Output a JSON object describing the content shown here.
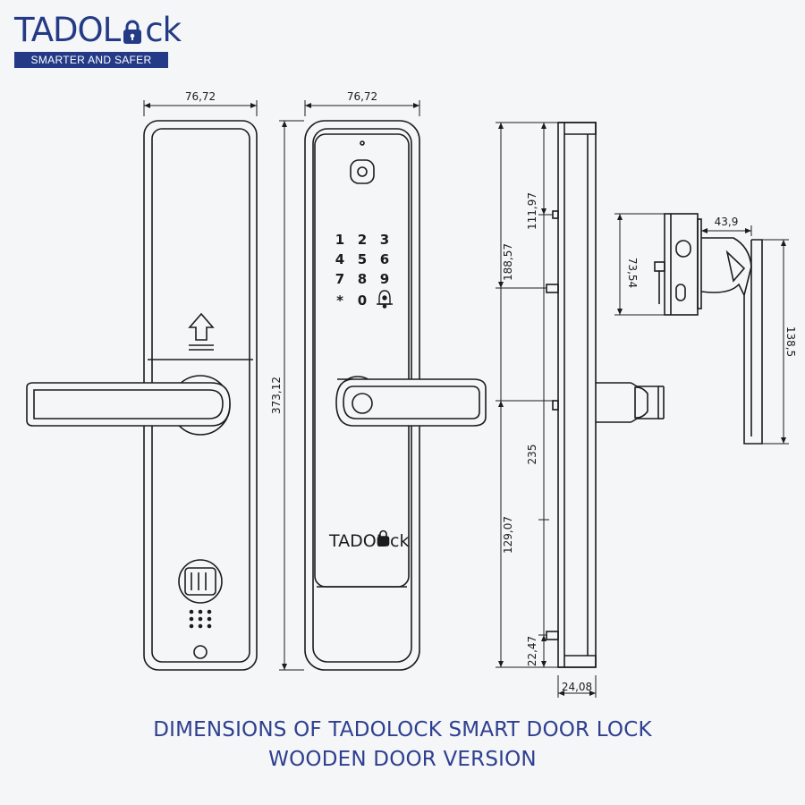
{
  "brand": {
    "name_before": "TADOL",
    "name_after": "ck",
    "tagline": "SMARTER AND SAFER"
  },
  "device_logo": {
    "before": "TADOL",
    "after": "ck"
  },
  "keypad": [
    "1",
    "2",
    "3",
    "4",
    "5",
    "6",
    "7",
    "8",
    "9",
    "*",
    "0"
  ],
  "icons": {
    "logo_lock": "padlock-icon",
    "keypad_bell": "bell-icon",
    "front_arrow": "arrow-up-icon",
    "front_key": "key-cylinder-icon",
    "fingerprint": "fingerprint-icon"
  },
  "dimensions": {
    "front_width": "76,72",
    "back_width": "76,72",
    "total_height": "373,12",
    "side_top_to_upper_screw": "111,97",
    "side_top_to_lower_screw": "188,57",
    "side_spindle_to_bottom": "235",
    "side_spindle_to_lower_point": "129,07",
    "side_bottom_offset": "22,47",
    "side_depth": "24,08",
    "handle_reach": "43,9",
    "handle_height": "138,5",
    "handle_base_height": "73,54"
  },
  "caption": {
    "line1": "DIMENSIONS OF TADOLOCK SMART DOOR LOCK",
    "line2": "WOODEN DOOR VERSION"
  },
  "colors": {
    "brand_blue": "#243a86",
    "caption_blue": "#2e3f8f",
    "line": "#1c1c1c",
    "background": "#f5f6f8"
  }
}
